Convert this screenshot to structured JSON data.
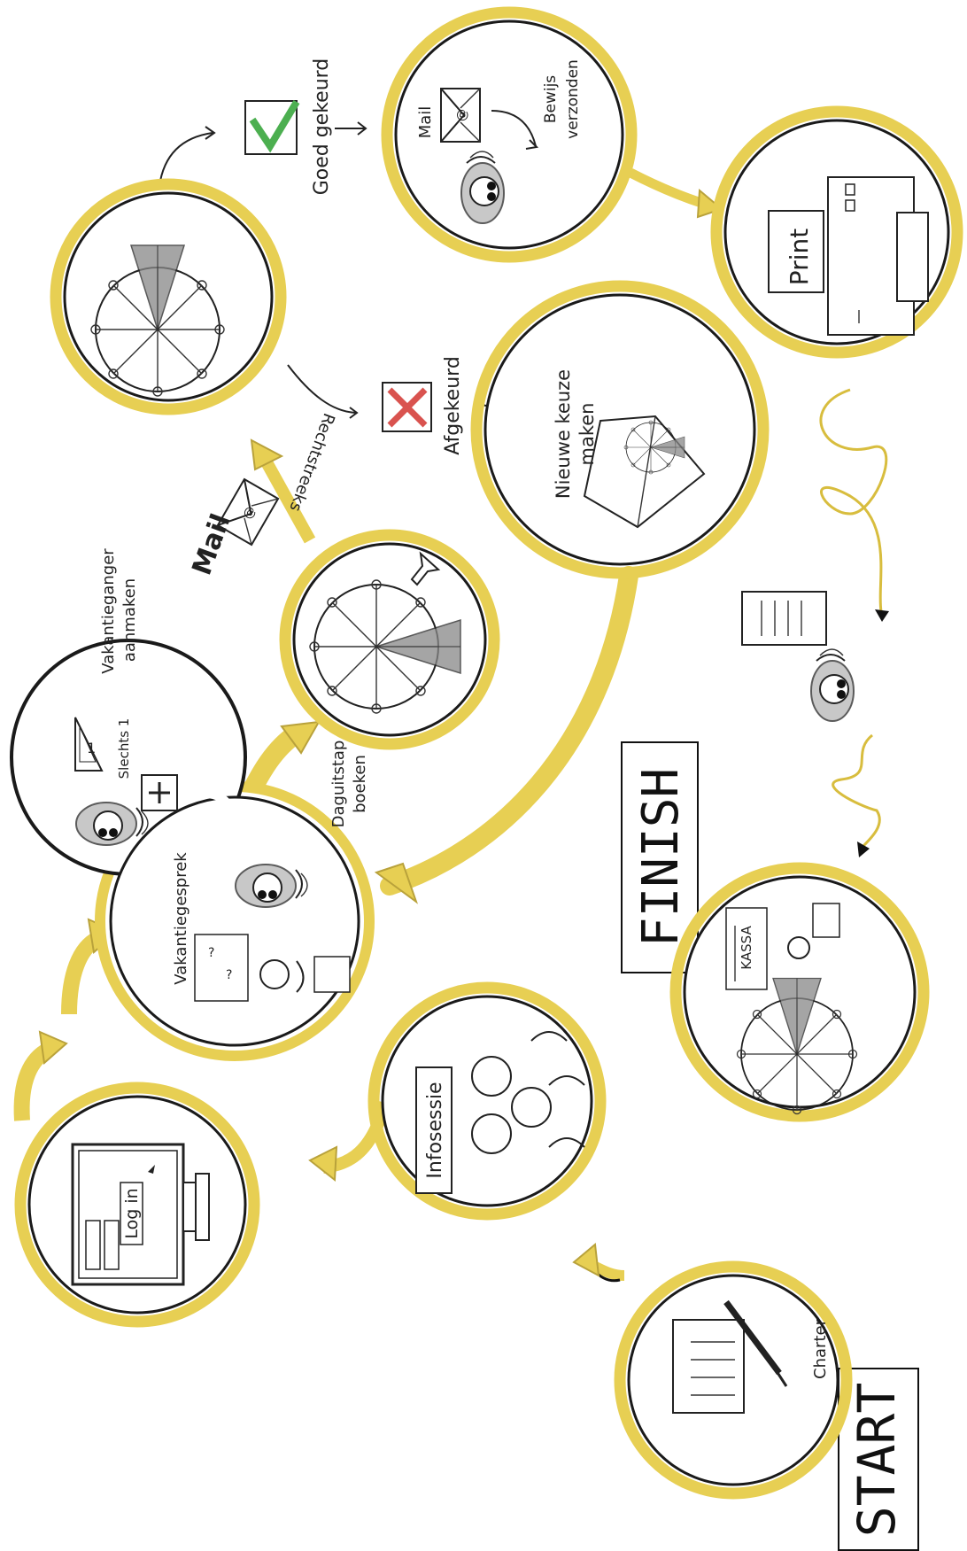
{
  "diagram": {
    "start_label": "START",
    "finish_label": "FINISH",
    "colors": {
      "ring_yellow": "#e7cf53",
      "ring_dark": "#1a1a1a",
      "check_green": "#4caf50",
      "cross_red": "#d9534f",
      "ink": "#222222"
    },
    "steps": [
      {
        "name": "charter",
        "label": "Charter",
        "icon": "document-pen-icon"
      },
      {
        "name": "infosessie",
        "label": "Infosessie",
        "icon": "group-icon"
      },
      {
        "name": "login",
        "label": "Log in",
        "icon": "computer-login-icon"
      },
      {
        "name": "vakantiegesprek",
        "label": "Vakantiegesprek",
        "icon": "conversation-icon"
      },
      {
        "name": "vakantieganger-aanmaken",
        "label_line1": "Vakantieganger",
        "label_line2": "aanmaken",
        "note": "Slechts 1",
        "icon": "add-person-icon"
      },
      {
        "name": "daguitstap-boeken",
        "label_line1": "Daguitstap",
        "label_line2": "boeken",
        "icon": "ferris-wheel-icon"
      },
      {
        "name": "rechtstreeks",
        "label": "Rechtstreeks",
        "mail_label": "Mail",
        "icon": "mail-icon"
      },
      {
        "name": "afgekeurd",
        "label": "Afgekeurd",
        "icon": "cross-icon"
      },
      {
        "name": "goed-gekeurd",
        "label": "Goed gekeurd",
        "icon": "check-icon"
      },
      {
        "name": "mail-bewijs",
        "mail_label": "Mail",
        "label_line1": "Bewijs",
        "label_line2": "verzonden",
        "icon": "mail-icon"
      },
      {
        "name": "nieuwe-keuze",
        "label_line1": "Nieuwe keuze",
        "label_line2": "maken",
        "icon": "brochure-icon"
      },
      {
        "name": "print",
        "label": "Print",
        "icon": "printer-icon"
      },
      {
        "name": "kassa",
        "label": "KASSA",
        "icon": "ticket-booth-icon"
      }
    ]
  }
}
